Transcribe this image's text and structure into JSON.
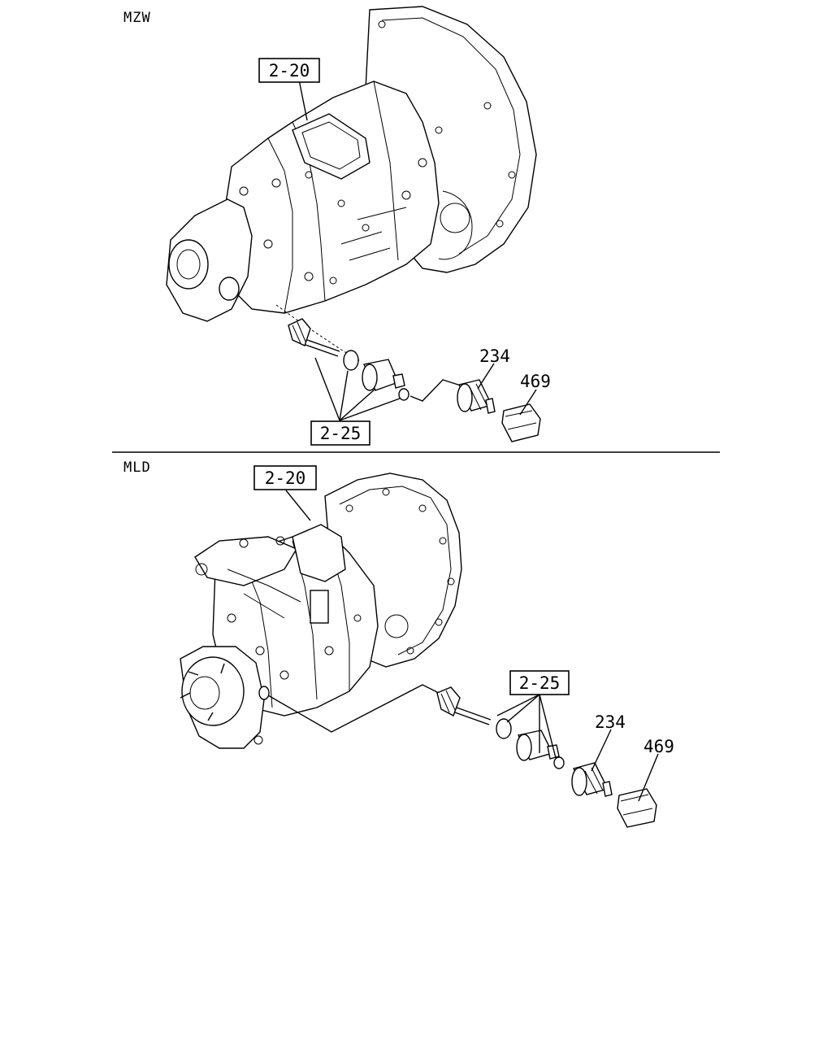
{
  "sections": [
    {
      "label": "MZW",
      "ref_top": "2-20",
      "ref_bottom": "2-25",
      "part_a": "234",
      "part_b": "469"
    },
    {
      "label": "MLD",
      "ref_top": "2-20",
      "ref_bottom": "2-25",
      "part_a": "234",
      "part_b": "469"
    }
  ]
}
